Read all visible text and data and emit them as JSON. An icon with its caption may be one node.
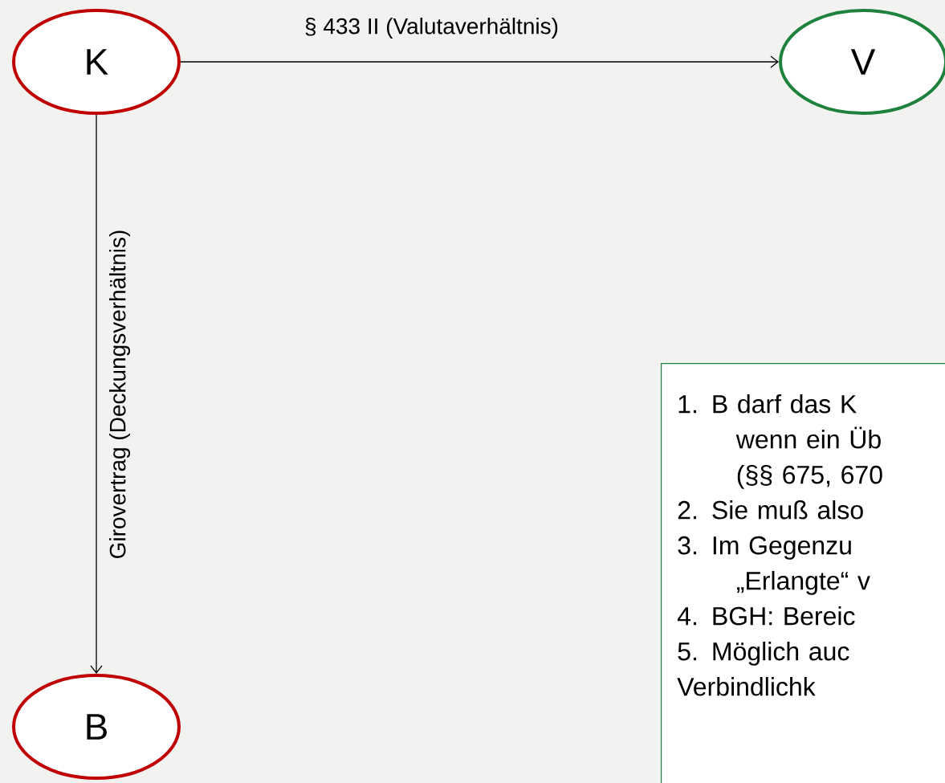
{
  "diagram": {
    "nodes": [
      {
        "text": [
          "K"
        ]
      },
      {
        "text": [
          "V"
        ]
      },
      {
        "text": [
          "B"
        ]
      },
      {
        "text": [
          "1. B darf das K wenn ein Üb (§§ 675, 670",
          "2. Sie muß also",
          "3. Im Gegenzu „Erlangte“ v",
          "4. BGH: Bereic",
          "5. Möglich auc Verbindlichk"
        ]
      }
    ],
    "edges": [
      {
        "from": 0,
        "to": 1,
        "arrow": "to",
        "label": "§ 433 II (Valutaverhältnis)"
      },
      {
        "from": 0,
        "to": 2,
        "arrow": "to",
        "label": "Girovertrag (Deckungsverhältnis)"
      }
    ]
  }
}
